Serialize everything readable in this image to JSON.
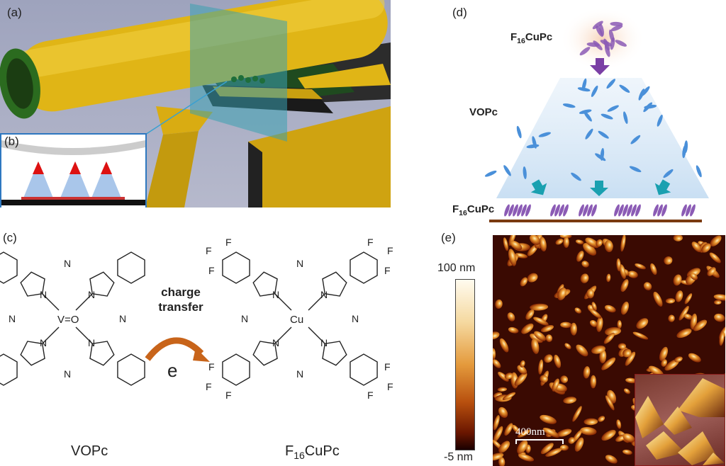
{
  "panels": {
    "a": {
      "label": "(a)"
    },
    "b": {
      "label": "(b)"
    },
    "c": {
      "label": "(c)",
      "charge_transfer": [
        "charge",
        "transfer"
      ],
      "electron": "e",
      "donor_name": "VOPc",
      "acceptor_name_main": "F",
      "acceptor_name_sub": "16",
      "acceptor_name_rest": "CuPc",
      "atom_N": "N",
      "atom_F": "F",
      "donor_center": "V=O",
      "acceptor_center": "Cu"
    },
    "d": {
      "label": "(d)",
      "top_label_main": "F",
      "top_label_sub": "16",
      "top_label_rest": "CuPc",
      "middle_label": "VOPc",
      "bottom_label_main": "F",
      "bottom_label_sub": "16",
      "bottom_label_rest": "CuPc"
    },
    "e": {
      "label": "(e)",
      "colorbar_max": "100 nm",
      "colorbar_min": "-5 nm",
      "scale_bar": "400nm"
    }
  },
  "colors": {
    "gold": "#d9ac12",
    "scene_bg": "#aeb1c6",
    "purple": "#8b5bb5",
    "blue_molecule": "#4a90d9",
    "teal_arrow": "#1aa0b0",
    "substrate": "#7a3a10",
    "orange_arrow": "#c8641a"
  }
}
